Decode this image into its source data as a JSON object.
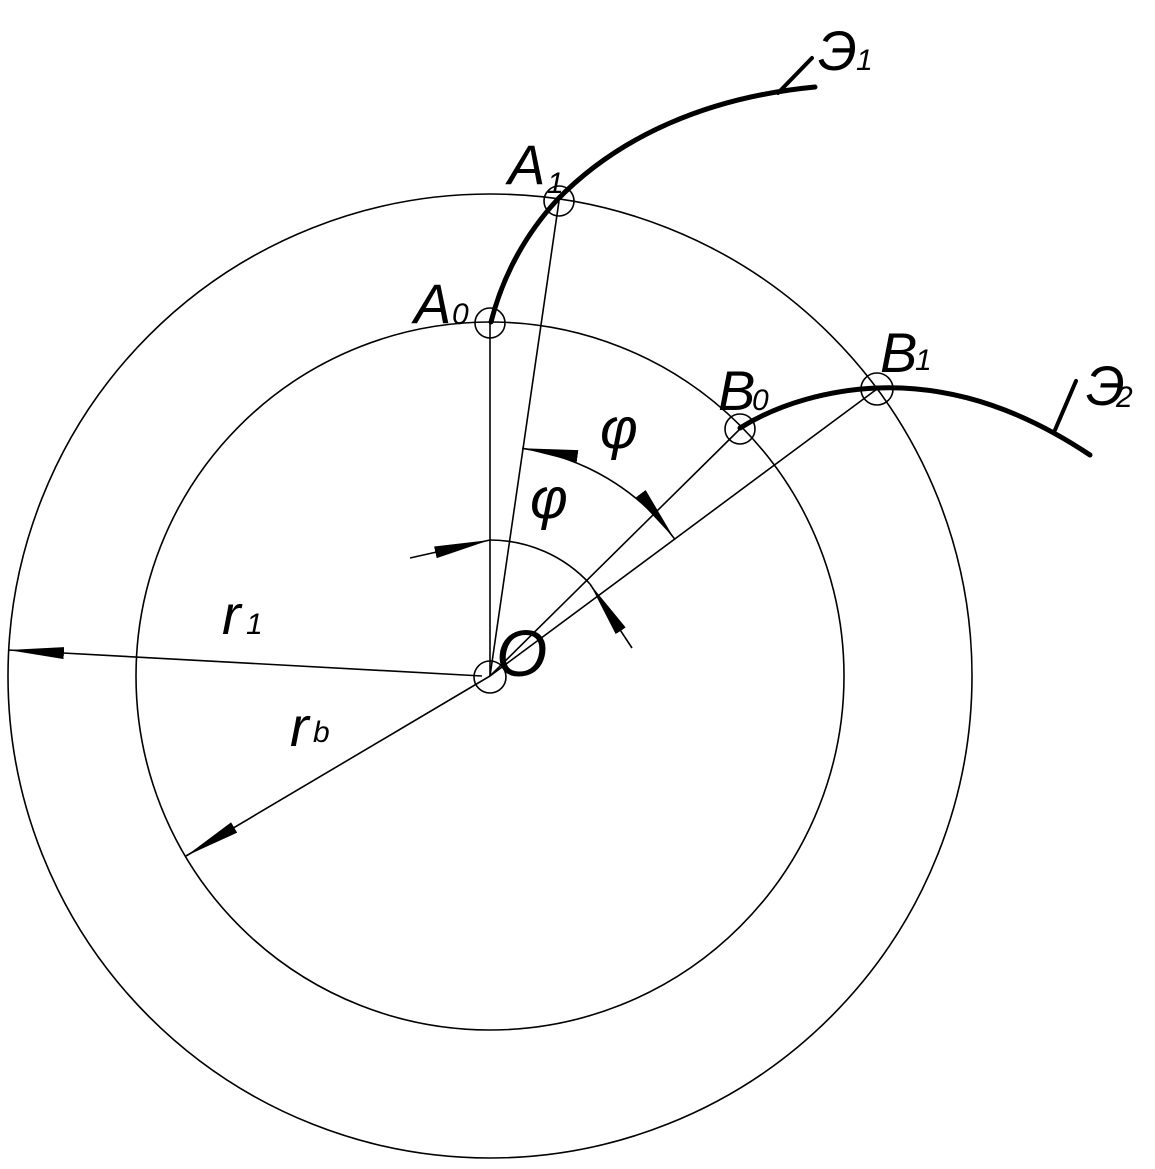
{
  "colors": {
    "ink": "#000000",
    "background": "#ffffff"
  },
  "curves": {
    "e1": {
      "letter": "Э",
      "sub": "1"
    },
    "e2": {
      "letter": "Э",
      "sub": "2"
    }
  },
  "points": {
    "a1": {
      "letter": "A",
      "sub": "1"
    },
    "a0": {
      "letter": "A",
      "sub": "0"
    },
    "b0": {
      "letter": "B",
      "sub": "0"
    },
    "b1": {
      "letter": "B",
      "sub": "1"
    },
    "o": {
      "letter": "O"
    }
  },
  "angles": {
    "upper": "φ",
    "lower": "φ"
  },
  "radii": {
    "r1": {
      "letter": "r",
      "sub": "1"
    },
    "rb": {
      "letter": "r",
      "sub": "b"
    }
  }
}
